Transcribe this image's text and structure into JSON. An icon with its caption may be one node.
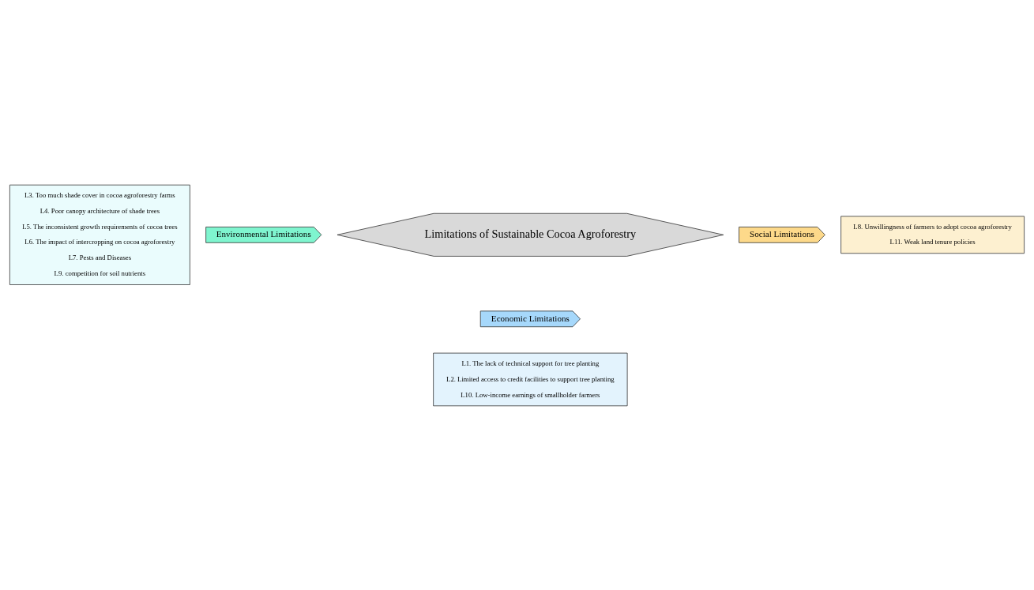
{
  "diagram": {
    "nodes": [
      {
        "text": [
          "L3. Too much shade cover in cocoa agroforestry farms",
          "L4. Poor canopy architecture of shade trees",
          "L5. The inconsistent growth requirements of cocoa trees",
          "L6. The impact of intercropping on cocoa agroforestry",
          "L7. Pests and Diseases",
          "L9. competition for soil nutrients"
        ]
      },
      {
        "text": [
          "Environmental Limitations"
        ]
      },
      {
        "text": [
          "Limitations of Sustainable Cocoa Agroforestry"
        ]
      },
      {
        "text": [
          "Social Limitations"
        ]
      },
      {
        "text": [
          "L8. Unwillingness of farmers to adopt cocoa agroforestry",
          "L11. Weak land tenure policies"
        ]
      },
      {
        "text": [
          "Economic Limitations"
        ]
      },
      {
        "text": [
          "L1. The lack of technical support for tree planting",
          "L2. Limited access to credit facilities to support tree planting",
          "L10. Low-income earnings of smallholder farmers"
        ]
      }
    ],
    "edges": []
  }
}
